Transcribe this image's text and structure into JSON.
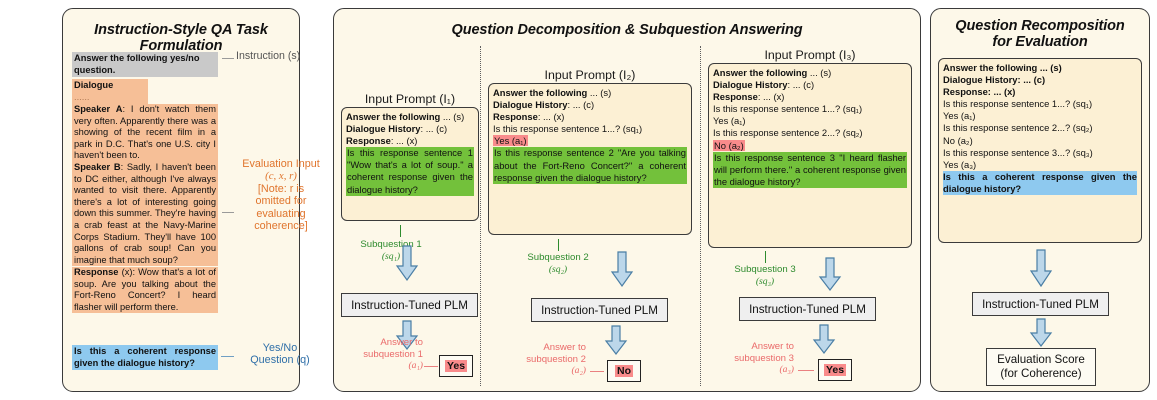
{
  "panels": {
    "left": {
      "title": "Instruction-Style QA Task Formulation"
    },
    "middle": {
      "title": "Question Decomposition & Subquestion Answering"
    },
    "right": {
      "title_line1": "Question Recomposition",
      "title_line2": "for Evaluation"
    }
  },
  "left_panel": {
    "instruction_text": "Answer the following yes/no question.",
    "instruction_label": "Instruction (s)",
    "dialogue_header": "Dialogue History (c):",
    "ellipsis": "......",
    "speaker_a_label": "Speaker A",
    "speaker_a_text": ": I don't watch them very often. Apparently there was a showing of the recent film in a park in D.C. That's one U.S. city I haven't been to.",
    "speaker_b_label": "Speaker B",
    "speaker_b_text": ": Sadly, I haven't been to DC either, although I've always wanted to visit there. Apparently there's a lot of interesting going down this summer. They're having a crab feast at the Navy-Marine Corps Stadium. They'll have 100 gallons of crab soup! Can you imagine that much soup?",
    "response_label": "Response",
    "response_text": " (x): Wow that's a lot of soup. Are you talking about the Fort-Reno Concert? I heard flasher will perform there.",
    "eval_label_line1": "Evaluation Input",
    "eval_label_line2": "(c, x, r)",
    "eval_label_line3": "[Note: r is",
    "eval_label_line4": "omitted for",
    "eval_label_line5": "evaluating",
    "eval_label_line6": "coherence]",
    "question_text": "Is this a coherent response given the dialogue history?",
    "question_label_line1": "Yes/No",
    "question_label_line2": "Question (q)"
  },
  "columns": [
    {
      "prompt_title": "Input Prompt (I₁)",
      "lines": [
        {
          "bold_part": "Answer the following",
          "rest": " ... (s)",
          "style": "plain"
        },
        {
          "bold_part": "Dialogue History",
          "rest": ": ... (c)",
          "style": "plain"
        },
        {
          "bold_part": "Response",
          "rest": ": ... (x)",
          "style": "plain"
        }
      ],
      "green_text": "Is this response sentence 1 \"Wow that's a lot of soup.\" a coherent response given the dialogue history?",
      "subquestion_label_line1": "Subquestion 1",
      "subquestion_label_line2": "(sq₁)",
      "plm_label": "Instruction-Tuned PLM",
      "answer_label_line1": "Answer to",
      "answer_label_line2": "subquestion 1",
      "answer_label_line3": "(a₁)",
      "answer_value": "Yes"
    },
    {
      "prompt_title": "Input Prompt (I₂)",
      "lines": [
        {
          "bold_part": "Answer the following",
          "rest": " ... (s)",
          "style": "plain"
        },
        {
          "bold_part": "Dialogue History",
          "rest": ": ... (c)",
          "style": "plain"
        },
        {
          "bold_part": "Response",
          "rest": ": ... (x)",
          "style": "plain"
        },
        {
          "bold_part": "",
          "rest": "Is this response sentence 1...? (sq₁)",
          "style": "plain"
        },
        {
          "bold_part": "",
          "rest": "Yes (a₁)",
          "style": "answer-yes"
        }
      ],
      "green_text": "Is this response sentence 2 \"Are you talking about the Fort-Reno Concert?\" a coherent response given the dialogue history?",
      "subquestion_label_line1": "Subquestion 2",
      "subquestion_label_line2": "(sq₂)",
      "plm_label": "Instruction-Tuned PLM",
      "answer_label_line1": "Answer to",
      "answer_label_line2": "subquestion 2",
      "answer_label_line3": "(a₂)",
      "answer_value": "No"
    },
    {
      "prompt_title": "Input Prompt (I₃)",
      "lines": [
        {
          "bold_part": "Answer the following",
          "rest": " ... (s)",
          "style": "plain"
        },
        {
          "bold_part": "Dialogue History",
          "rest": ": ... (c)",
          "style": "plain"
        },
        {
          "bold_part": "Response",
          "rest": ": ... (x)",
          "style": "plain"
        },
        {
          "bold_part": "",
          "rest": "Is this response sentence 1...? (sq₁)",
          "style": "plain"
        },
        {
          "bold_part": "",
          "rest": "Yes (a₁)",
          "style": "plain"
        },
        {
          "bold_part": "",
          "rest": "Is this response sentence 2...? (sq₂)",
          "style": "plain"
        },
        {
          "bold_part": "",
          "rest": "No (a₂)",
          "style": "answer-no"
        }
      ],
      "green_text": "Is this response sentence 3 \"I heard flasher will perform there.\" a coherent response given the dialogue history?",
      "subquestion_label_line1": "Subquestion 3",
      "subquestion_label_line2": "(sq₃)",
      "plm_label": "Instruction-Tuned PLM",
      "answer_label_line1": "Answer to",
      "answer_label_line2": "subquestion 3",
      "answer_label_line3": "(a₃)",
      "answer_value": "Yes"
    }
  ],
  "right_panel": {
    "lines": [
      "Answer the following ... (s)",
      "Dialogue History: ... (c)",
      "Response: ... (x)",
      "Is this response sentence 1...? (sq₁)",
      "Yes (a₁)",
      "Is this response sentence 2...? (sq₂)",
      "No (a₂)",
      "Is this response sentence 3...? (sq₃)",
      "Yes (a₃)"
    ],
    "final_question": "Is this a coherent response given the dialogue history?",
    "plm_label": "Instruction-Tuned PLM",
    "score_line1": "Evaluation Score",
    "score_line2": "(for Coherence)"
  },
  "colors": {
    "panel_bg": "#fdf8e9",
    "prompt_bg": "#fcf0d4",
    "highlight_gray": "#c9c9c9",
    "highlight_orange": "#f6bf97",
    "highlight_blue": "#8ec9ef",
    "highlight_green": "#73c13b",
    "highlight_pink": "#f98b8b",
    "arrow_fill": "#bcd7ea",
    "plm_bg": "#efefef",
    "orange_text": "#e0752d",
    "blue_text": "#2f6fa8",
    "green_text": "#2e8b2e",
    "red_text": "#ea6a6a"
  }
}
